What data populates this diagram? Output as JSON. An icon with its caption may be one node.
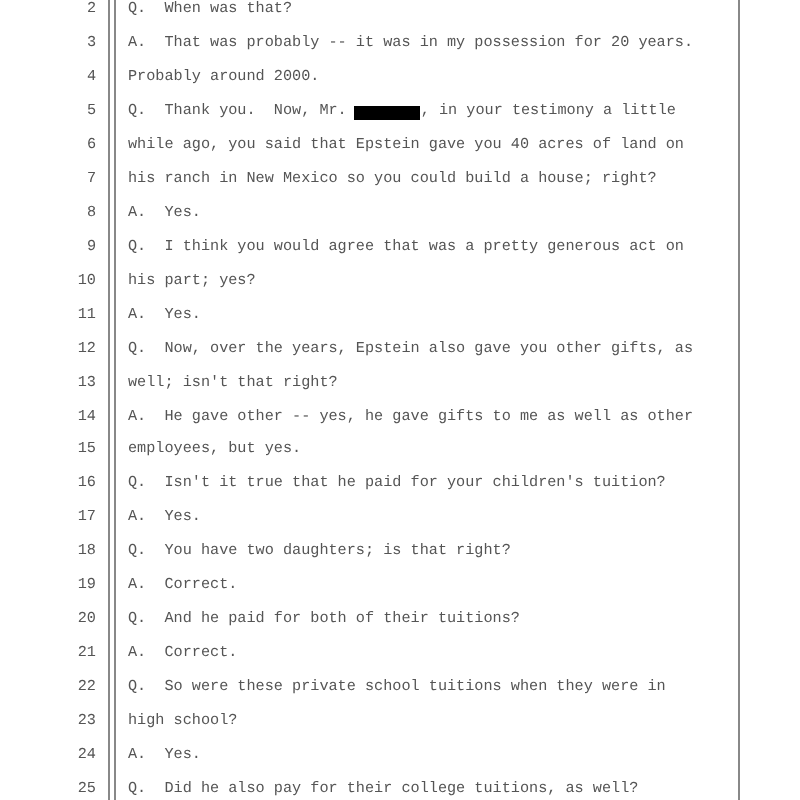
{
  "diagram": {
    "labels": [
      "2",
      "Q.  When was that?",
      "3",
      "A.  That was probably -- it was in my possession for 20 years.",
      "4",
      "Probably around 2000.",
      "5",
      "Q.  Thank you.  Now, Mr.",
      ", in your testimony a little",
      "6",
      "while ago, you said that Epstein gave you 40 acres of land on",
      "7",
      "his ranch in New Mexico so you could build a house; right?",
      "8",
      "A.  Yes.",
      "9",
      "Q.  I think you would agree that was a pretty generous act on",
      "10",
      "his part; yes?",
      "11",
      "A.  Yes.",
      "12",
      "Q.  Now, over the years, Epstein also gave you other gifts, as",
      "13",
      "well; isn't that right?",
      "14",
      "A.  He gave other -- yes, he gave gifts to me as well as other",
      "15",
      "employees, but yes.",
      "16",
      "Q.  Isn't it true that he paid for your children's tuition?",
      "17",
      "A.  Yes.",
      "18",
      "Q.  You have two daughters; is that right?",
      "19",
      "A.  Correct.",
      "20",
      "Q.  And he paid for both of their tuitions?",
      "21",
      "A.  Correct.",
      "22",
      "Q.  So were these private school tuitions when they were in",
      "23",
      "high school?",
      "24",
      "A.  Yes.",
      "25",
      "Q.  Did he also pay for their college tuitions, as well?"
    ]
  }
}
